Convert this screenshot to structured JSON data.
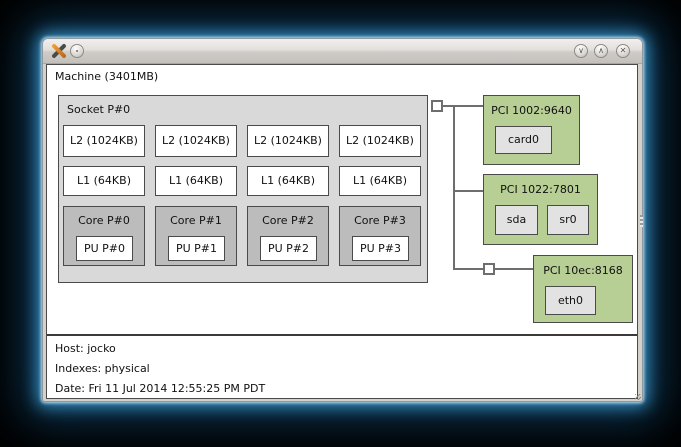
{
  "window": {
    "title": "",
    "controls": {
      "shade_glyph": "∨",
      "maximize_glyph": "∧",
      "close_glyph": "✕"
    }
  },
  "machine": {
    "label": "Machine (3401MB)"
  },
  "socket": {
    "label": "Socket P#0",
    "columns": [
      {
        "l2": "L2 (1024KB)",
        "l1": "L1 (64KB)",
        "core": "Core P#0",
        "pu": "PU P#0"
      },
      {
        "l2": "L2 (1024KB)",
        "l1": "L1 (64KB)",
        "core": "Core P#1",
        "pu": "PU P#1"
      },
      {
        "l2": "L2 (1024KB)",
        "l1": "L1 (64KB)",
        "core": "Core P#2",
        "pu": "PU P#2"
      },
      {
        "l2": "L2 (1024KB)",
        "l1": "L1 (64KB)",
        "core": "Core P#3",
        "pu": "PU P#3"
      }
    ]
  },
  "pci_buses": [
    {
      "label": "PCI 1002:9640",
      "devices": [
        "card0"
      ]
    },
    {
      "label": "PCI 1022:7801",
      "devices": [
        "sda",
        "sr0"
      ]
    },
    {
      "label": "PCI 10ec:8168",
      "devices": [
        "eth0"
      ]
    }
  ],
  "legend": {
    "host": "Host: jocko",
    "indexes": "Indexes: physical",
    "date": "Date: Fri 11 Jul 2014 12:55:25 PM PDT"
  },
  "colors": {
    "pci_green": "#b7cf94",
    "socket_gray": "#d9d9d9",
    "core_gray": "#bcbcbc",
    "device_gray": "#e2e2e2",
    "box_border": "#4a4a4a",
    "connector_line": "#6e6e6e",
    "glow_blue": "#3e9ed6"
  }
}
